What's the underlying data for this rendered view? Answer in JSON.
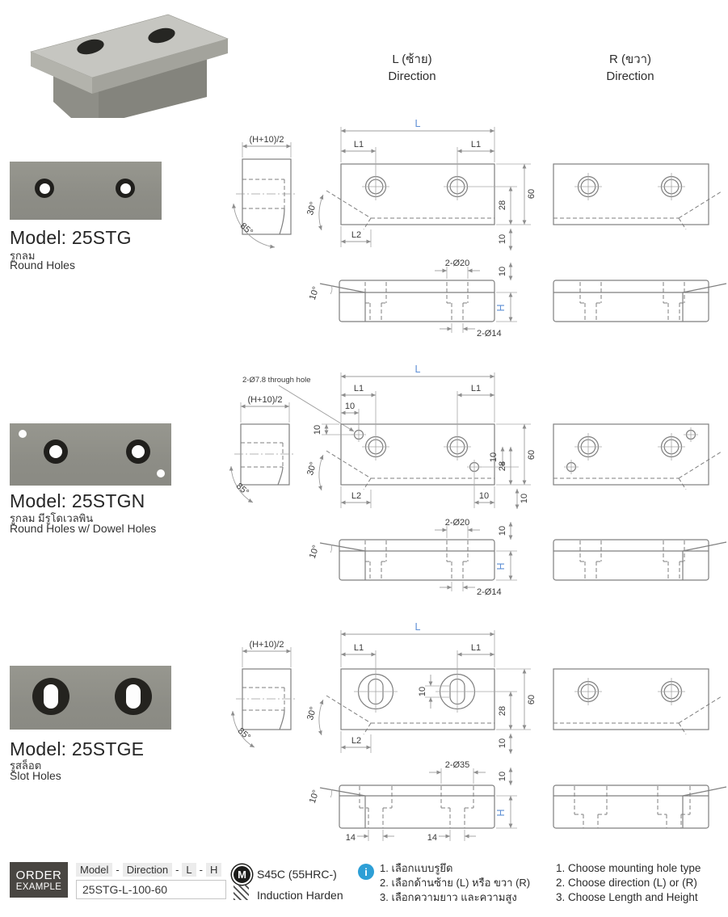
{
  "headers": {
    "left": {
      "line1": "L (ซ้าย)",
      "line2": "Direction"
    },
    "right": {
      "line1": "R (ขวา)",
      "line2": "Direction"
    }
  },
  "models": [
    {
      "name": "Model: 25STG",
      "thai": "รูกลม",
      "english": "Round Holes"
    },
    {
      "name": "Model: 25STGN",
      "thai": "รูกลม มีรูโดเวลพิน",
      "english": "Round Holes w/ Dowel Holes"
    },
    {
      "name": "Model: 25STGE",
      "thai": "รูสล็อต",
      "english": "Slot Holes"
    }
  ],
  "dims": {
    "L": "L",
    "L1": "L1",
    "L2": "L2",
    "H": "H",
    "hp": "(H+10)/2",
    "a85": "85°",
    "a30": "30°",
    "a10": "10°",
    "d20": "2-Ø20",
    "d14": "2-Ø14",
    "d35": "2-Ø35",
    "d78": "2-Ø7.8 through hole",
    "n10": "10",
    "n14": "14",
    "n28": "28",
    "n60": "60"
  },
  "order": {
    "title1": "ORDER",
    "title2": "EXAMPLE",
    "format": [
      "Model",
      "-",
      "Direction",
      "-",
      "L",
      "-",
      "H"
    ],
    "example": "25STG-L-100-60",
    "material_badge": "M",
    "material": "S45C (55HRC-)",
    "hardening": "Induction Harden",
    "info_badge": "i",
    "steps_thai": [
      "1. เลือกแบบรูยึด",
      "2. เลือกด้านซ้าย (L) หรือ ขวา (R)",
      "3. เลือกความยาว และความสูง"
    ],
    "steps_en": [
      "1. Choose mounting hole type",
      "2. Choose direction (L) or (R)",
      "3. Choose Length and Height"
    ]
  },
  "colors": {
    "accent_blue": "#5e8fd5",
    "plate_gray": "#90908a",
    "order_box_bg": "#494642",
    "info_blue": "#2d9fd6"
  }
}
